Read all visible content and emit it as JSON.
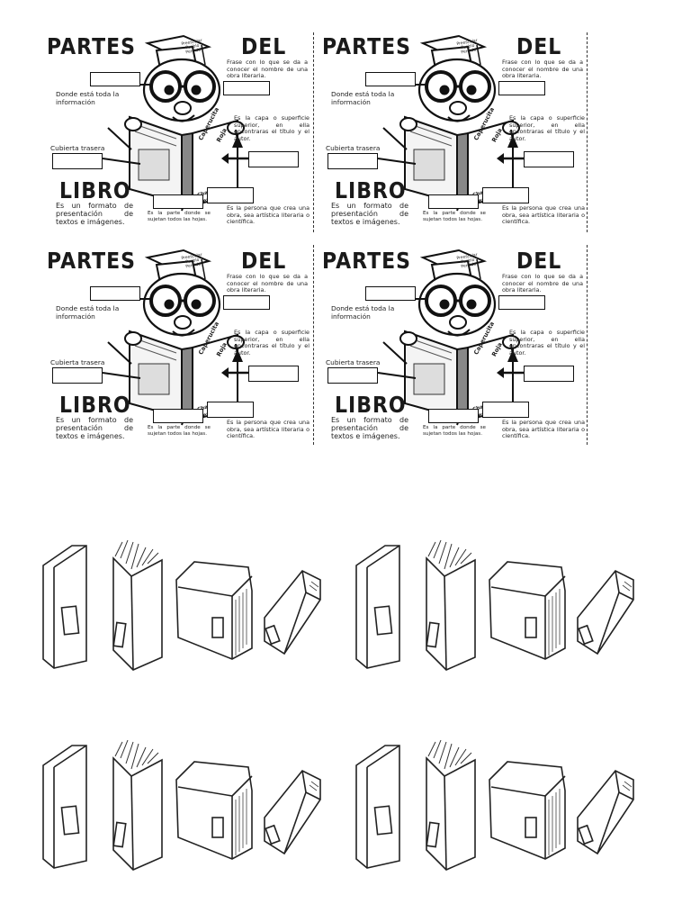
{
  "card": {
    "word_partes": "PARTES",
    "word_del": "DEL",
    "word_libro": "LIBRO",
    "definition": "Es un formato de presentación de textos e imágenes.",
    "label_info": "Donde está toda la información",
    "label_back_cover": "Cubierta trasera",
    "desc_title": "Frase con lo que se da a conocer el nombre de una obra literaria.",
    "desc_cover": "Es la capa o superficie superior, en ella encontraras el título y el autor.",
    "desc_spine": "Es la parte donde se sujetan todos las hojas.",
    "desc_author": "Es la persona que crea una obra, sea artística literaria o científica.",
    "book_title_line1": "Caperucita",
    "book_title_line2": "Roja",
    "book_author": "Charles Perrault",
    "hat_text": "Preescolar Pueblo Perdido"
  },
  "illustration": {
    "icons": [
      "book-standing-icon",
      "book-open-pages-icon",
      "book-lying-icon",
      "book-tilted-icon"
    ]
  }
}
